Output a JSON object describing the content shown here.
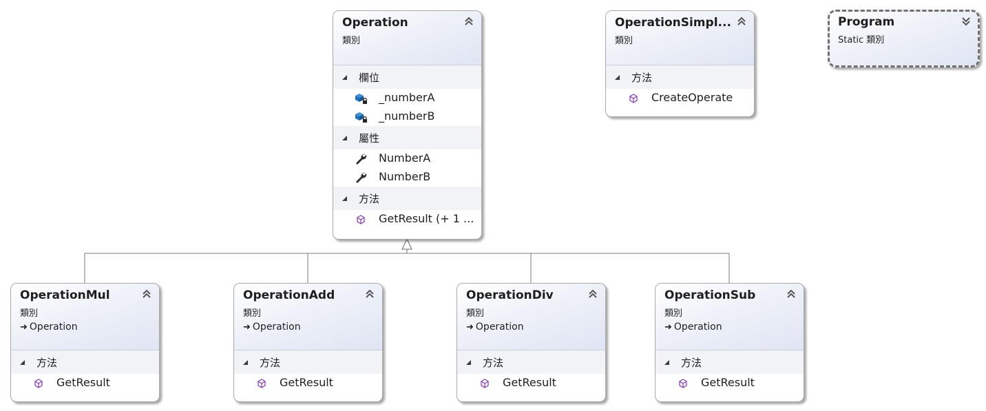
{
  "diagram_title": "",
  "shapes": {
    "operation": {
      "name": "Operation",
      "kind": "類別",
      "fields_label": "欄位",
      "fields": [
        "_numberA",
        "_numberB"
      ],
      "properties_label": "屬性",
      "properties": [
        "NumberA",
        "NumberB"
      ],
      "methods_label": "方法",
      "methods": [
        "GetResult (+ 1 ..."
      ]
    },
    "operation_simple_factory": {
      "name": "OperationSimpl...",
      "kind": "類別",
      "methods_label": "方法",
      "methods": [
        "CreateOperate"
      ]
    },
    "program": {
      "name": "Program",
      "kind": "Static 類別"
    },
    "operation_mul": {
      "name": "OperationMul",
      "kind": "類別",
      "base": "Operation",
      "methods_label": "方法",
      "methods": [
        "GetResult"
      ]
    },
    "operation_add": {
      "name": "OperationAdd",
      "kind": "類別",
      "base": "Operation",
      "methods_label": "方法",
      "methods": [
        "GetResult"
      ]
    },
    "operation_div": {
      "name": "OperationDiv",
      "kind": "類別",
      "base": "Operation",
      "methods_label": "方法",
      "methods": [
        "GetResult"
      ]
    },
    "operation_sub": {
      "name": "OperationSub",
      "kind": "類別",
      "base": "Operation",
      "methods_label": "方法",
      "methods": [
        "GetResult"
      ]
    }
  },
  "inheritance_arrow_symbol": "➜",
  "colors": {
    "header_gradient_end": "#dfe5f3",
    "compartment_bg": "#f1f3f7",
    "method_icon": "#8a3fc0",
    "field_icon": "#1e73be",
    "property_icon": "#2b2b2b",
    "connector": "#7a7a7a"
  },
  "icons": {
    "collapse": "double-chevron-up-icon",
    "expand": "double-chevron-down-icon",
    "field": "field-private-icon",
    "property": "wrench-property-icon",
    "method": "method-cube-icon",
    "section": "section-triangle-icon"
  }
}
